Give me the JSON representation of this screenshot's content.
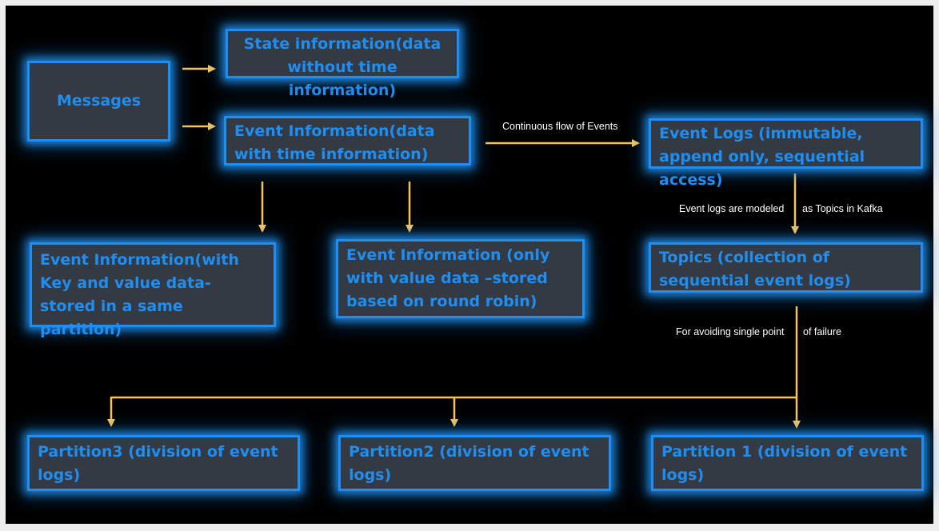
{
  "boxes": {
    "messages": "Messages",
    "state_info": "State information(data without time information)",
    "event_info": "Event Information(data with time information)",
    "event_logs": "Event Logs (immutable, append only, sequential access)",
    "event_info_key": "Event Information(with Key and value data-stored in a same partition)",
    "event_info_value": "Event Information (only with value data –stored based on round robin)",
    "topics": "Topics (collection of sequential event logs)",
    "partition3": "Partition3 (division of event logs)",
    "partition2": "Partition2 (division of event logs)",
    "partition1": "Partition 1 (division of event logs)"
  },
  "labels": {
    "continuous_flow": "Continuous flow of Events",
    "modeled_left": "Event logs are modeled",
    "modeled_right": "as Topics in Kafka",
    "avoid_left": "For avoiding single point",
    "avoid_right": "of failure"
  },
  "colors": {
    "background": "#000000",
    "frame": "#eeeeee",
    "box_fill": "#333a44",
    "box_border": "#1f8ef0",
    "box_text": "#1f8ef0",
    "arrow": "#f8c55a",
    "label_text": "#ffffff"
  }
}
